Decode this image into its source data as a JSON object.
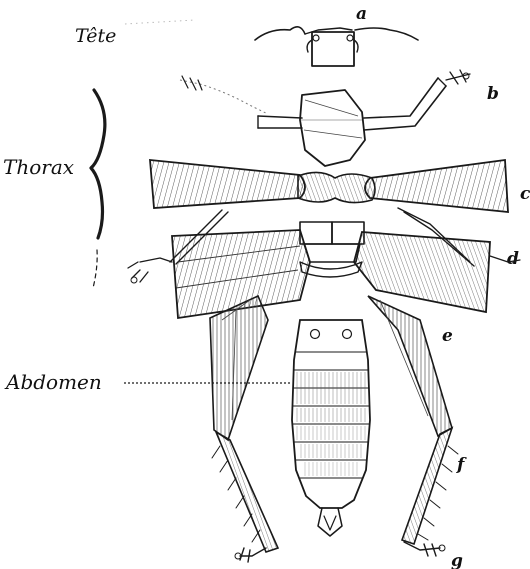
{
  "labels": {
    "head": "Tête",
    "thorax": "Thorax",
    "abdomen": "Abdomen"
  },
  "letters": {
    "a": "a",
    "b": "b",
    "c": "c",
    "d": "d",
    "e": "e",
    "f": "f",
    "g": "g"
  }
}
